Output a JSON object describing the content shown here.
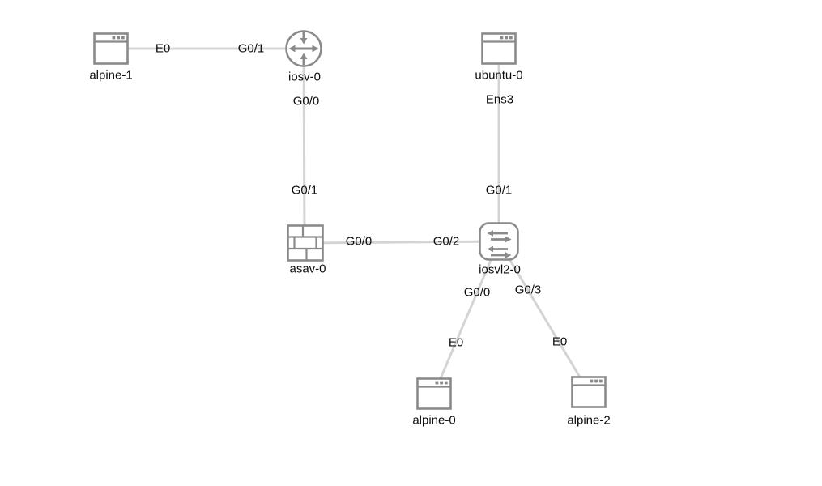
{
  "canvas": {
    "background_color": "#ffffff",
    "link_color": "#d4d4d4",
    "icon_color": "#8a8a8a",
    "text_color": "#0d0d0d"
  },
  "nodes": [
    {
      "id": "alpine-1",
      "label": "alpine-1",
      "type": "host"
    },
    {
      "id": "iosv-0",
      "label": "iosv-0",
      "type": "router"
    },
    {
      "id": "ubuntu-0",
      "label": "ubuntu-0",
      "type": "host"
    },
    {
      "id": "asav-0",
      "label": "asav-0",
      "type": "firewall"
    },
    {
      "id": "iosvl2-0",
      "label": "iosvl2-0",
      "type": "switch"
    },
    {
      "id": "alpine-0",
      "label": "alpine-0",
      "type": "host"
    },
    {
      "id": "alpine-2",
      "label": "alpine-2",
      "type": "host"
    }
  ],
  "links": [
    {
      "from": "alpine-1",
      "to": "iosv-0",
      "from_if": "E0",
      "to_if": "G0/1"
    },
    {
      "from": "iosv-0",
      "to": "asav-0",
      "from_if": "G0/0",
      "to_if": "G0/1"
    },
    {
      "from": "ubuntu-0",
      "to": "iosvl2-0",
      "from_if": "Ens3",
      "to_if": "G0/1"
    },
    {
      "from": "asav-0",
      "to": "iosvl2-0",
      "from_if": "G0/0",
      "to_if": "G0/2"
    },
    {
      "from": "iosvl2-0",
      "to": "alpine-0",
      "from_if": "G0/0",
      "to_if": "E0"
    },
    {
      "from": "iosvl2-0",
      "to": "alpine-2",
      "from_if": "G0/3",
      "to_if": "E0"
    }
  ]
}
